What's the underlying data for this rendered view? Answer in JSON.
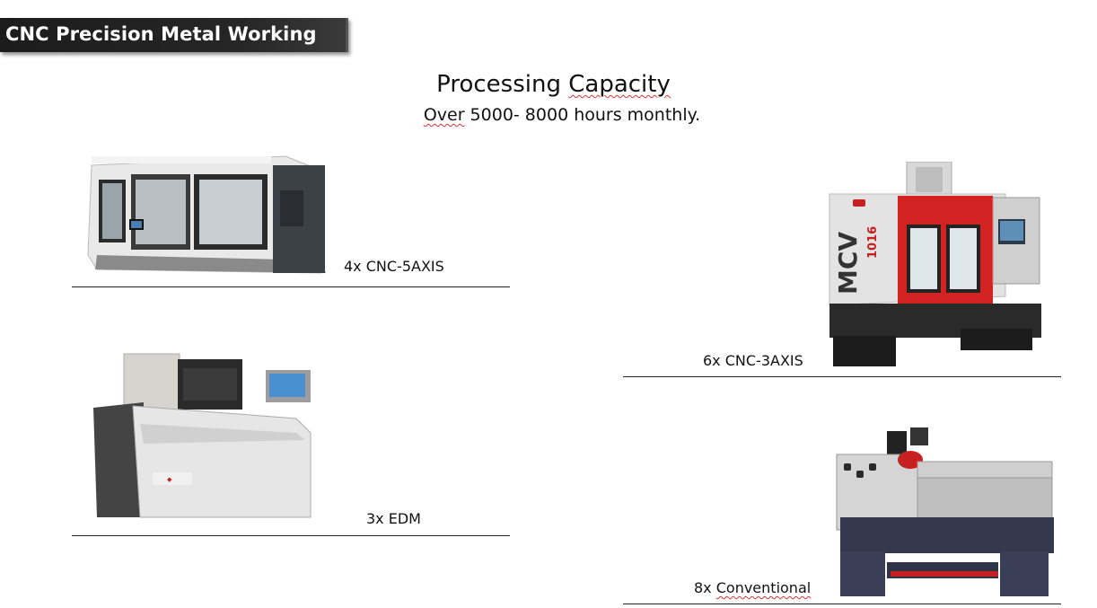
{
  "header": {
    "banner_title": "CNC Precision Metal Working"
  },
  "main": {
    "title_prefix": "Processing ",
    "title_highlight": "Capacity",
    "subtitle_prefix": "",
    "subtitle_highlight": "Over",
    "subtitle_rest": " 5000- 8000 hours monthly."
  },
  "machines": [
    {
      "label": "4x CNC-5AXIS"
    },
    {
      "label": "6x CNC-3AXIS",
      "brand": "MCV",
      "model": "1016"
    },
    {
      "label": "3x EDM"
    },
    {
      "label_prefix": "8x ",
      "label_highlight": "Conventional"
    }
  ]
}
